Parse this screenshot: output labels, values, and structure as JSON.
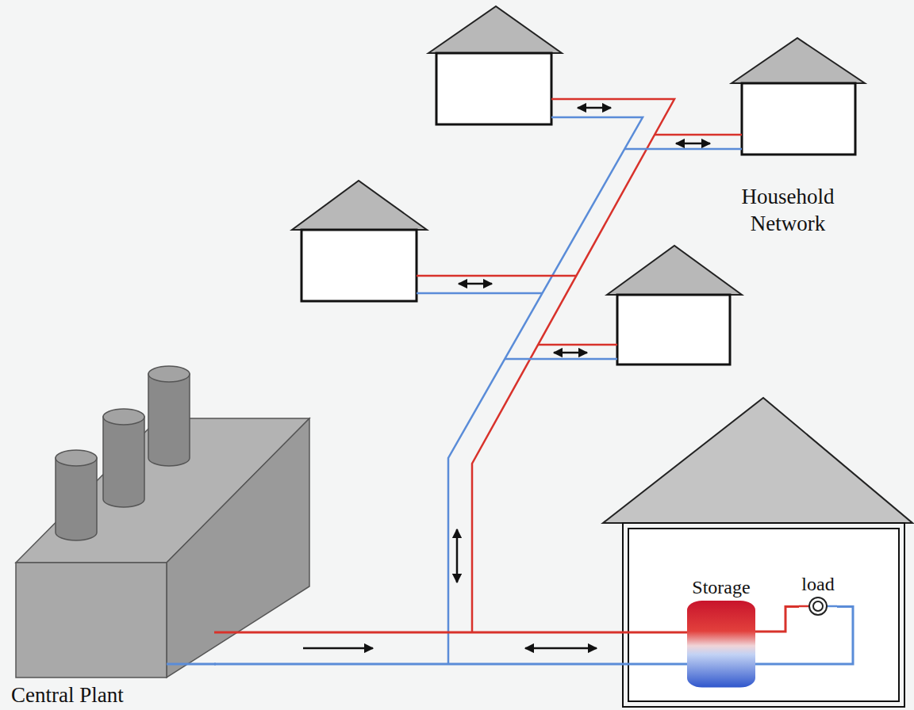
{
  "diagram": {
    "nodes": [
      {
        "text": [
          "Central Plant"
        ]
      },
      {
        "text": [
          "Storage"
        ]
      },
      {
        "text": [
          "load"
        ]
      }
    ],
    "edges": [
      {
        "from": 0,
        "to": 1,
        "arrow": "none"
      },
      {
        "from": 1,
        "to": 2,
        "arrow": "none"
      },
      {
        "from": 2,
        "to": 0,
        "arrow": "none"
      }
    ],
    "labels": [
      "Household Network"
    ]
  }
}
